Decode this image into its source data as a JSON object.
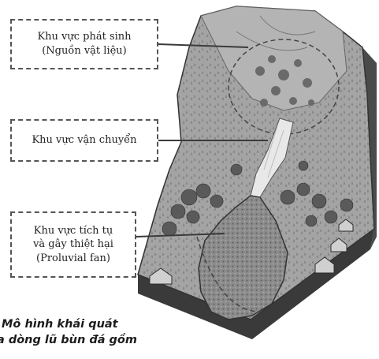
{
  "labels": {
    "origin": {
      "line1": "Khu vực phát sinh",
      "line2": "(Nguồn vật liệu)"
    },
    "transport": {
      "line1": "Khu vực vận chuyển"
    },
    "deposit": {
      "line1": "Khu vực tích tụ",
      "line2": "và gây thiệt hại",
      "line3": "(Proluvial fan)"
    }
  },
  "caption": {
    "line1": "Mô hình khái quát",
    "line2": "a dòng lũ bùn đá gồm"
  },
  "colors": {
    "terrain": "#9a9a9a",
    "terrain_side": "#3a3a3a",
    "channel": "#e8e8e8",
    "border": "#555555"
  }
}
